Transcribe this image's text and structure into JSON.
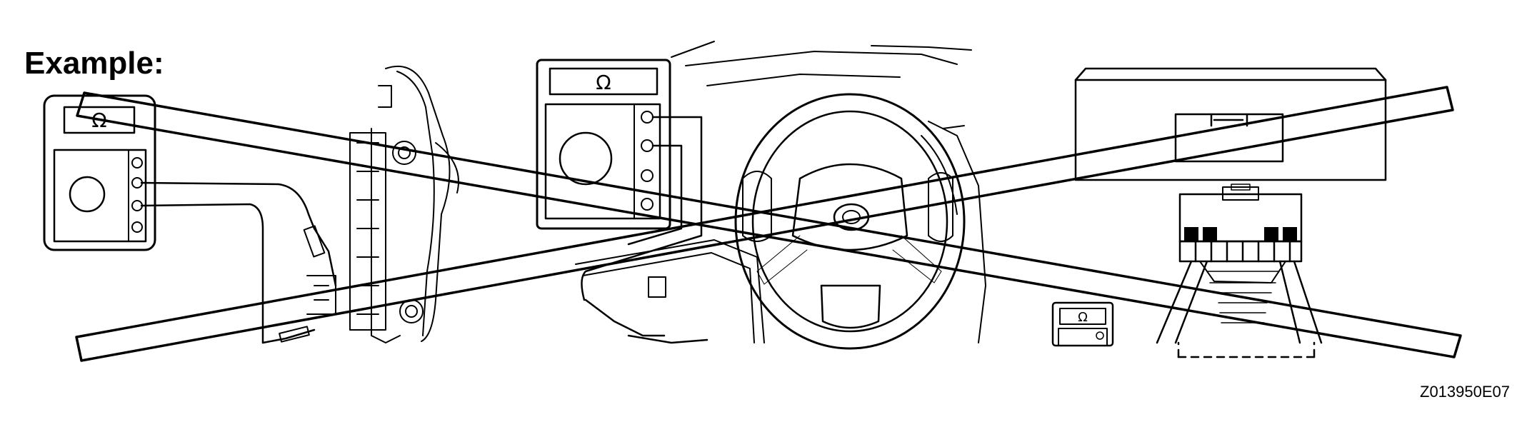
{
  "labels": {
    "example": "Example:",
    "figure_code": "Z013950E07",
    "ohm_symbol": "Ω"
  },
  "colors": {
    "line": "#000000",
    "background": "#ffffff"
  }
}
